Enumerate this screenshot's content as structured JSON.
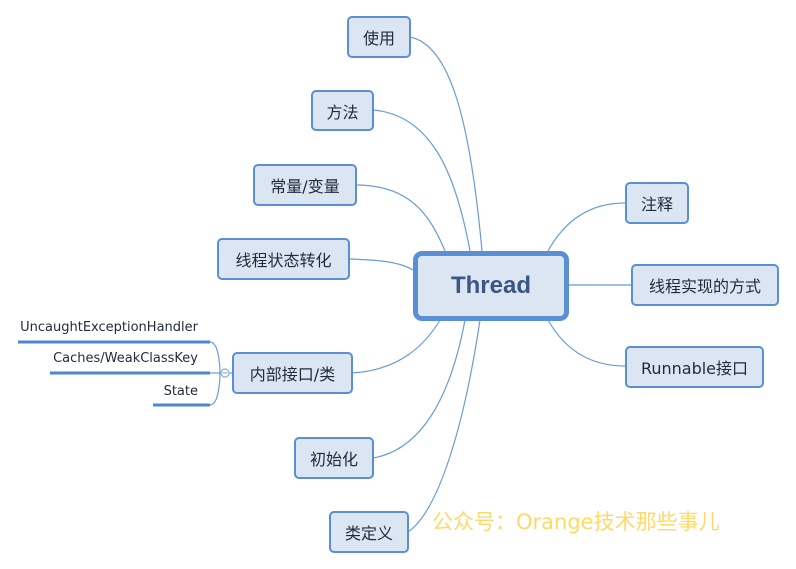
{
  "root": "Thread",
  "left_nodes": [
    "使用",
    "方法",
    "常量/变量",
    "线程状态转化",
    "内部接口/类",
    "初始化",
    "类定义"
  ],
  "right_nodes": [
    "注释",
    "线程实现的方式",
    "Runnable接口"
  ],
  "inner_children": [
    "UncaughtExceptionHandler",
    "Caches/WeakClassKey",
    "State"
  ],
  "watermark": "公众号：Orange技术那些事儿",
  "colors": {
    "node_fill": "#dce6f2",
    "border": "#5b8fd3",
    "line": "#6b9bd8",
    "watermark": "#ffd966"
  }
}
